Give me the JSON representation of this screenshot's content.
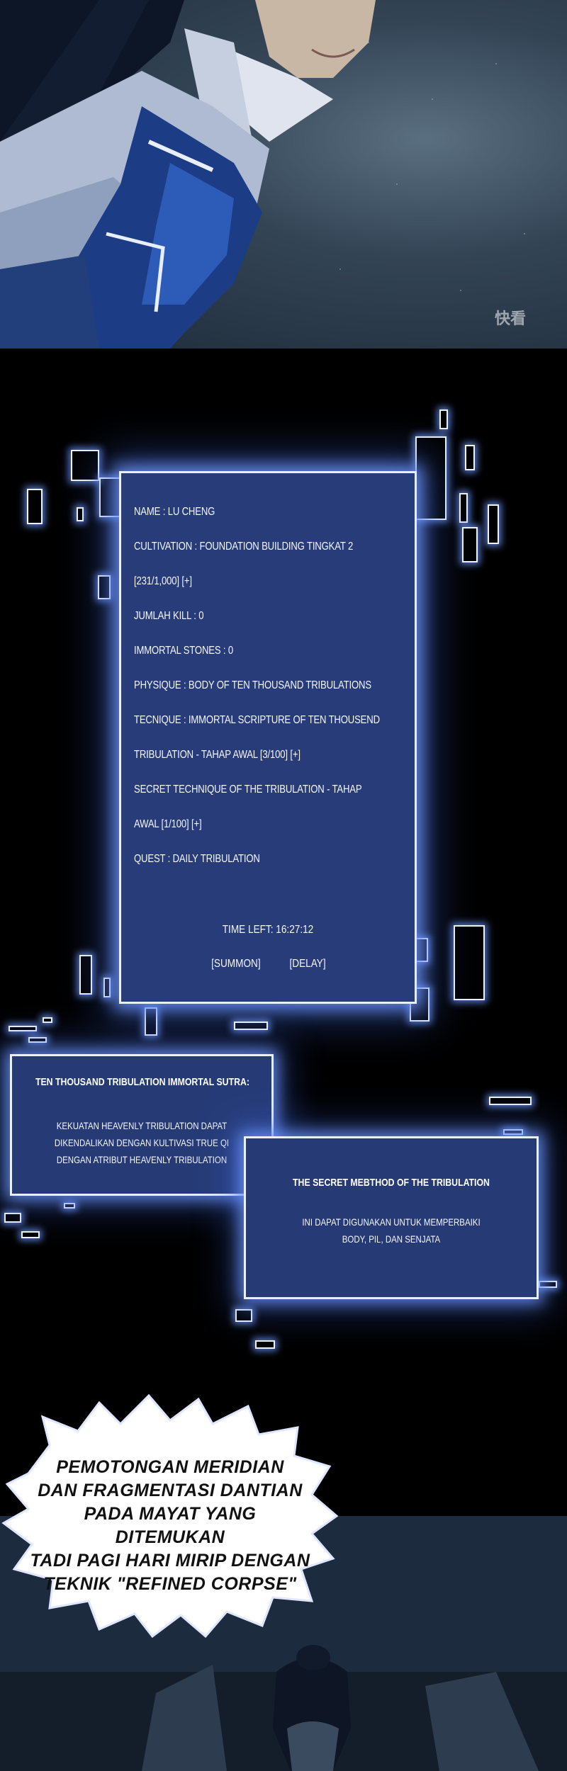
{
  "watermark": "快看",
  "status_window": {
    "lines": [
      "NAME : LU CHENG",
      "CULTIVATION : FOUNDATION BUILDING TINGKAT 2",
      "[231/1,000] [+]",
      "JUMLAH KILL : 0",
      "IMMORTAL STONES : 0",
      "PHYSIQUE : BODY OF TEN THOUSAND TRIBULATIONS",
      "TECNIQUE : IMMORTAL SCRIPTURE OF TEN THOUSEND",
      "TRIBULATION - TAHAP AWAL [3/100] [+]",
      "SECRET TECHNIQUE OF THE TRIBULATION - TAHAP",
      "AWAL [1/100] [+]",
      "QUEST : DAILY TRIBULATION"
    ],
    "time_left": "TIME LEFT: 16:27:12",
    "buttons": {
      "summon": "[SUMMON]",
      "delay": "[DELAY]"
    }
  },
  "sutra_box": {
    "title": "TEN THOUSAND TRIBULATION IMMORTAL SUTRA:",
    "lines": [
      "KEKUATAN HEAVENLY TRIBULATION DAPAT",
      "DIKENDALIKAN DENGAN KULTIVASI TRUE QI",
      "DENGAN ATRIBUT HEAVENLY TRIBULATION"
    ]
  },
  "secret_box": {
    "title": "THE SECRET MEBTHOD OF THE TRIBULATION",
    "lines": [
      "INI DAPAT DIGUNAKAN UNTUK MEMPERBAIKI",
      "BODY, PIL, DAN SENJATA"
    ]
  },
  "speech_bubble": {
    "lines": [
      "PEMOTONGAN MERIDIAN",
      "DAN FRAGMENTASI DANTIAN",
      "PADA MAYAT YANG DITEMUKAN",
      "TADI PAGI HARI MIRIP DENGAN",
      "TEKNIK \"REFINED CORPSE\""
    ]
  }
}
